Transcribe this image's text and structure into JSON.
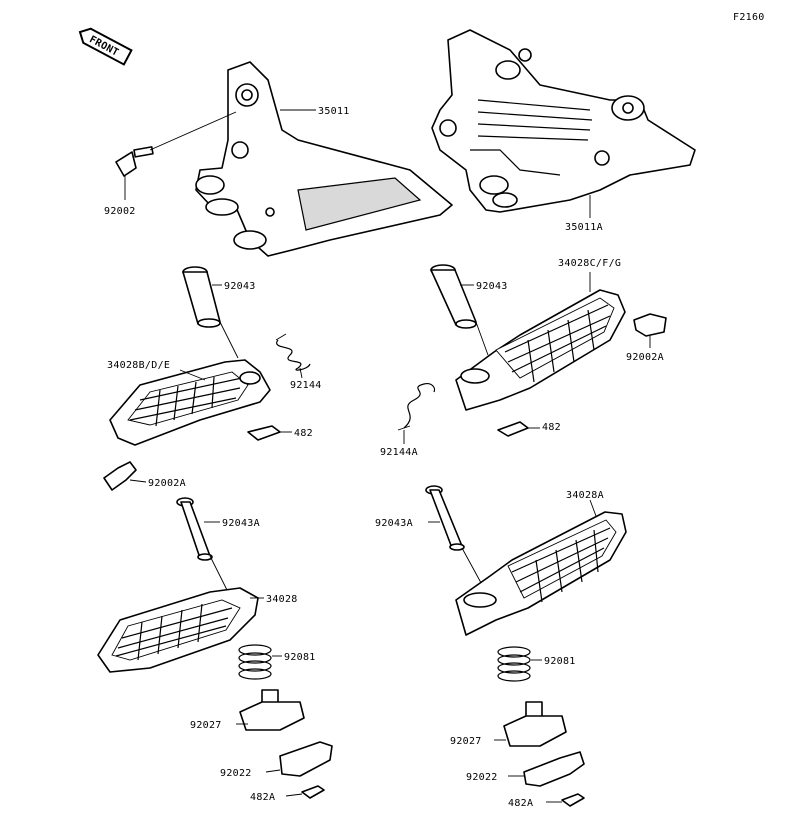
{
  "figure_code": "F2160",
  "front_label": "FRONT",
  "part_labels": {
    "bracket_left": "35011",
    "bracket_right": "35011A",
    "bolt_left_top": "92002",
    "pin_left_upper": "92043",
    "pin_right_upper": "92043",
    "peg_left_upper": "34028B/D/E",
    "peg_right_upper": "34028C/F/G",
    "spring_left_upper": "92144",
    "spring_right_upper": "92144A",
    "clip_left_upper": "482",
    "clip_right_upper": "482",
    "bolt_right_upper": "92002A",
    "bolt_left_lower": "92002A",
    "pin_left_lower": "92043A",
    "pin_right_lower": "92043A",
    "peg_left_lower": "34028",
    "peg_right_lower": "34028A",
    "spring_left_lower": "92081",
    "spring_right_lower": "92081",
    "holder_left": "92027",
    "holder_right": "92027",
    "plate_left": "92022",
    "plate_right": "92022",
    "clip_left_lower": "482A",
    "clip_right_lower": "482A"
  }
}
